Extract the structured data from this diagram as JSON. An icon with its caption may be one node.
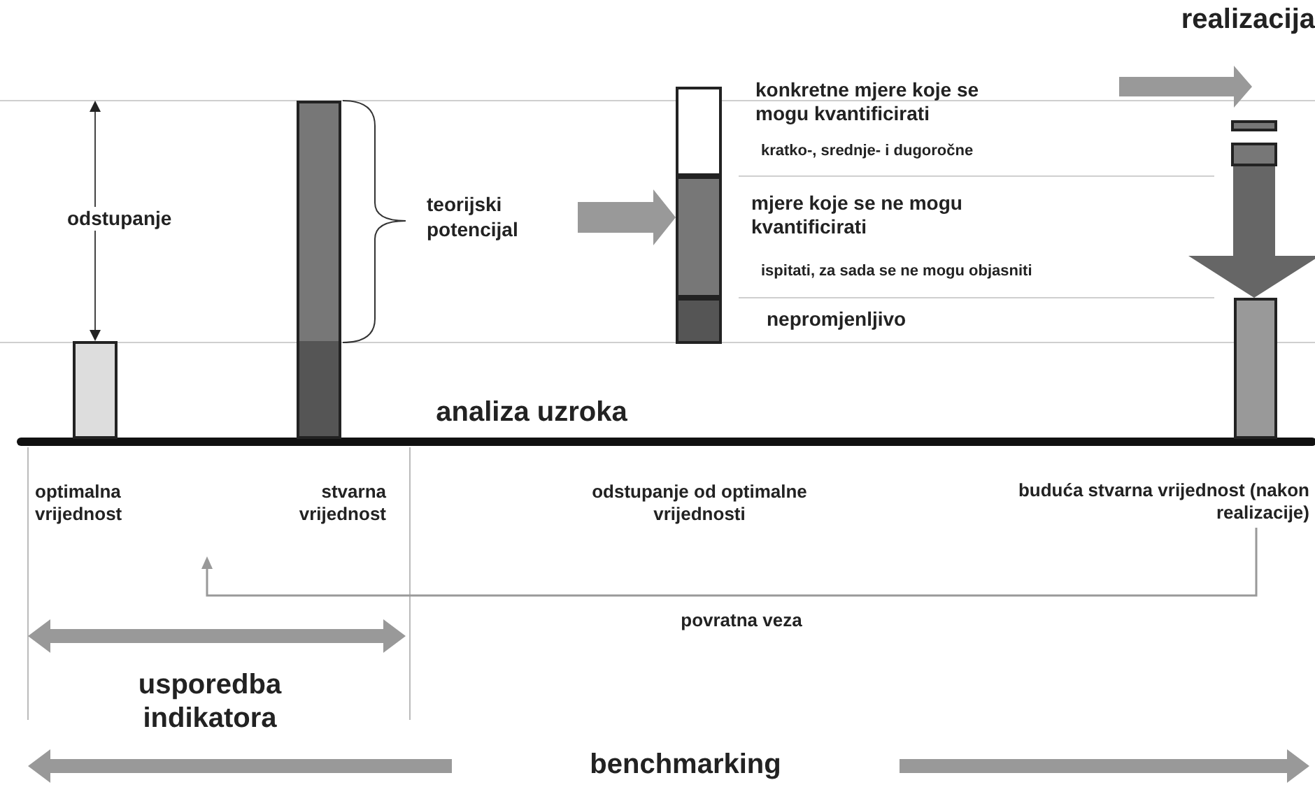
{
  "diagram": {
    "nodes": [
      {
        "text": [],
        "shape": "bar",
        "beside": [
          "optimalna vrijednost"
        ]
      },
      {
        "text": [],
        "shape": "bar",
        "beside": [
          "stvarna vrijednost"
        ]
      },
      {
        "text": [
          "teorijski potencijal"
        ]
      },
      {
        "text": [],
        "shape": "bar"
      },
      {
        "text": [],
        "shape": "bar",
        "in": 3,
        "beside": [
          "konkretne mjere koje se mogu kvantificirati",
          "kratko-, srednje- i dugoročne"
        ]
      },
      {
        "text": [],
        "shape": "bar",
        "in": 3,
        "beside": [
          "mjere koje se ne mogu kvantificirati",
          "ispitati, za sada se ne mogu objasniti"
        ]
      },
      {
        "text": [],
        "shape": "bar",
        "in": 3,
        "beside": [
          "nepromjenljivo"
        ]
      },
      {
        "text": [],
        "shape": "bar"
      },
      {
        "text": [],
        "shape": "bar"
      },
      {
        "text": [],
        "shape": "bar"
      },
      {
        "text": [
          "buduća stvarna vrijednost (nakon realizacije)"
        ]
      }
    ],
    "edges": [
      {
        "from": 2,
        "to": 3,
        "arrow": "to",
        "style": "thick"
      },
      {
        "from": 8,
        "to": 9,
        "arrow": "to",
        "style": "thick",
        "color": "#666666"
      },
      {
        "from": 10,
        "to": null,
        "arrow": "to",
        "label": "povratna veza"
      }
    ],
    "labels": [
      "realizacija",
      "odstupanje",
      "analiza uzroka",
      "odstupanje od optimalne vrijednosti",
      "usporedba indikatora",
      "benchmarking"
    ]
  }
}
